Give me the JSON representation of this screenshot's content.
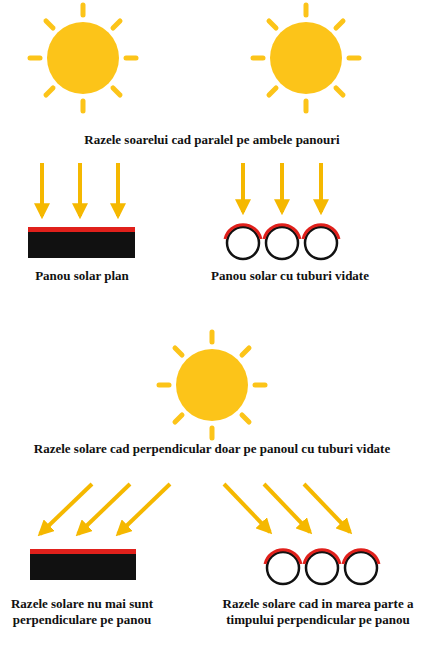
{
  "diagram": {
    "labels": [
      "Razele soarelui cad paralel pe ambele panouri",
      "Panou solar plan",
      "Panou solar cu tuburi vidate",
      "Razele solare cad perpendicular doar pe panoul cu tuburi vidate",
      "Razele solare nu mai sunt perpendiculare pe panou",
      "Razele solare cad in marea parte a timpului perpendicular pe panou"
    ]
  }
}
